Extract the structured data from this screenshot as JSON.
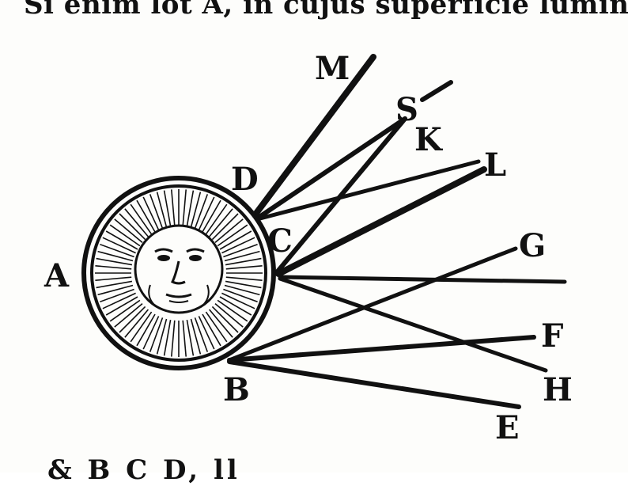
{
  "header": {
    "text": "Si enim lot A, in cujus superficie lumina"
  },
  "footer": {
    "text": "& B C D, ll"
  },
  "figure": {
    "labels": {
      "A": "A",
      "B": "B",
      "C": "C",
      "D": "D",
      "E": "E",
      "F": "F",
      "G": "G",
      "H": "H",
      "K": "K",
      "L": "L",
      "M": "M",
      "S": "S"
    },
    "ink_color": "#111111",
    "paper_color": "#fdfdfb",
    "icon": "sun-face-icon"
  }
}
